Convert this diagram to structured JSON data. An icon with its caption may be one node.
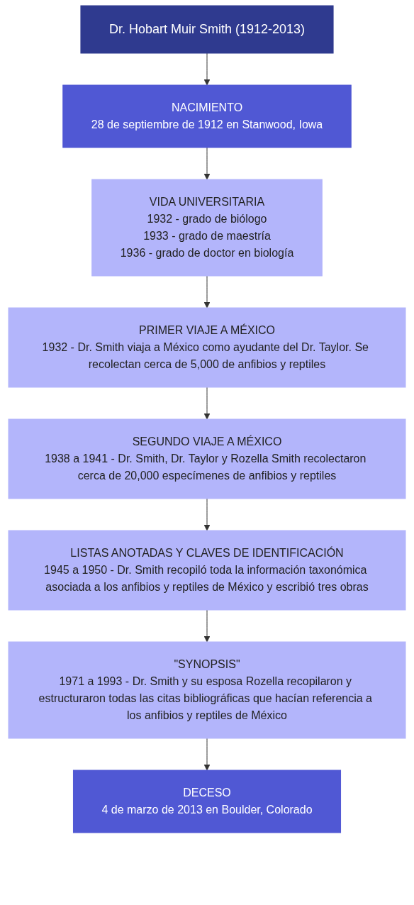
{
  "diagram": {
    "nodes": [
      {
        "text": [
          "Dr. Hobart Muir Smith (1912-2013)"
        ]
      },
      {
        "text": [
          "NACIMIENTO",
          "28 de septiembre de 1912 en Stanwood, Iowa"
        ]
      },
      {
        "text": [
          "VIDA UNIVERSITARIA",
          "1932 - grado de biólogo",
          "1933 - grado de maestría",
          "1936 - grado de doctor en biología"
        ]
      },
      {
        "text": [
          "PRIMER VIAJE A MÉXICO",
          "1932 - Dr. Smith viaja a México como ayudante del Dr. Taylor. Se recolectan cerca de 5,000 de anfibios y reptiles"
        ]
      },
      {
        "text": [
          "SEGUNDO VIAJE A MÉXICO",
          "1938 a 1941 - Dr. Smith, Dr. Taylor y Rozella Smith recolectaron cerca de 20,000 especímenes de anfibios y reptiles"
        ]
      },
      {
        "text": [
          "LISTAS ANOTADAS Y CLAVES DE IDENTIFICACIÓN",
          "1945 a 1950 - Dr. Smith recopiló toda la información taxonómica asociada a los anfibios y reptiles de México y escribió tres obras"
        ]
      },
      {
        "text": [
          "\"SYNOPSIS\"",
          "1971 a 1993 - Dr. Smith y su esposa Rozella recopilaron y estructuraron todas las citas bibliográficas que hacían referencia a los anfibios y reptiles de México"
        ]
      },
      {
        "text": [
          "DECESO",
          "4 de marzo de 2013 en Boulder, Colorado"
        ]
      }
    ],
    "edges": [
      {
        "from": 0,
        "to": 1,
        "arrow": "to"
      },
      {
        "from": 1,
        "to": 2,
        "arrow": "to"
      },
      {
        "from": 2,
        "to": 3,
        "arrow": "to"
      },
      {
        "from": 3,
        "to": 4,
        "arrow": "to"
      },
      {
        "from": 4,
        "to": 5,
        "arrow": "to"
      },
      {
        "from": 5,
        "to": 6,
        "arrow": "to"
      },
      {
        "from": 6,
        "to": 7,
        "arrow": "to"
      }
    ]
  }
}
